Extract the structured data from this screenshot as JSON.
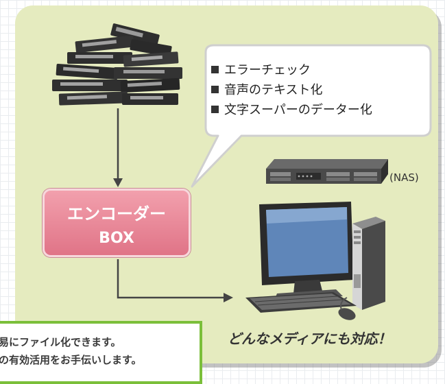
{
  "bubble": {
    "items": [
      "エラーチェック",
      "音声のテキスト化",
      "文字スーパーのデーター化"
    ]
  },
  "encoder": {
    "line1": "エンコーダー",
    "line2": "BOX"
  },
  "nas": {
    "label": "(NAS)"
  },
  "media": {
    "caption": "どんなメディアにも対応！"
  },
  "note": {
    "line1": "易にファイル化できます。",
    "line2": "の有効活用をお手伝いします。"
  },
  "colors": {
    "panel": "#e5ebbf",
    "encoder_box": "#e07487",
    "note_border": "#7bbf3a",
    "arrow": "#444444"
  },
  "icons": [
    "videotape-stack-icon",
    "nas-device-icon",
    "desktop-computer-icon",
    "mouse-icon"
  ]
}
